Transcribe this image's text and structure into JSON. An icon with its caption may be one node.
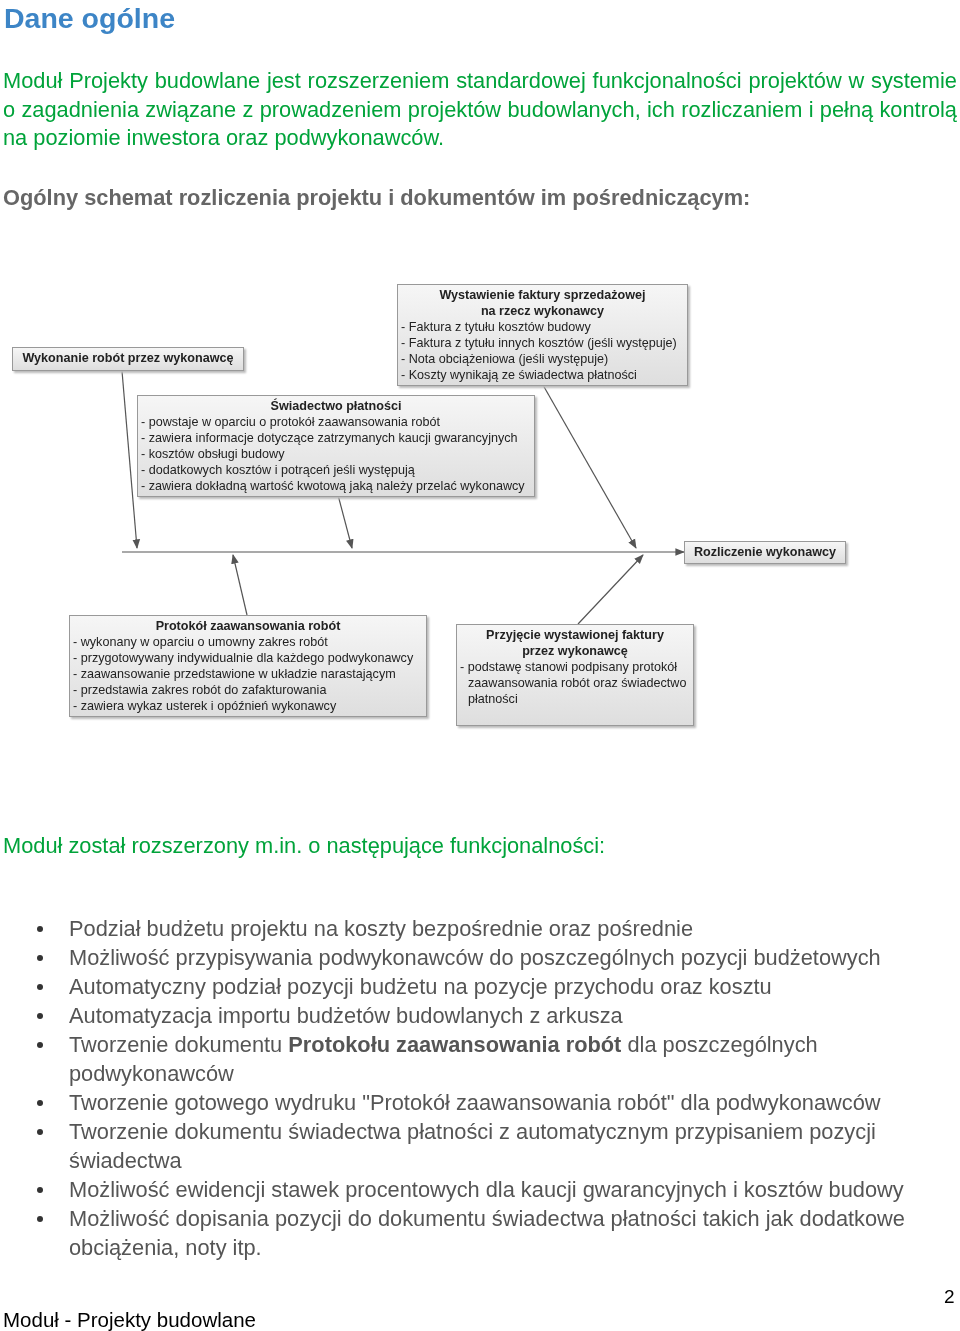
{
  "diagram": {
    "title": "Dane ogólne",
    "nodes": [
      {
        "text": [
          "Wykonanie robót przez wykonawcę"
        ]
      },
      {
        "text": [
          "Wystawienie faktury sprzedażowej na rzecz wykonawcy",
          "- Faktura z tytułu kosztów budowy",
          "- Faktura z tytułu innych kosztów (jeśli występuje)",
          "- Nota obciążeniowa (jeśli występuje)",
          "- Koszty wynikają ze świadectwa płatności"
        ]
      },
      {
        "text": [
          "Świadectwo płatności",
          "- powstaje w oparciu o protokół zaawansowania robót",
          "- zawiera informacje dotyczące zatrzymanych kaucji gwarancyjnych",
          "- kosztów obsługi budowy",
          "- dodatkowych kosztów i potrąceń jeśli występują",
          "- zawiera dokładną wartość kwotową jaką należy przelać wykonawcy"
        ]
      },
      {
        "text": [
          "Rozliczenie wykonawcy"
        ]
      },
      {
        "text": [
          "Protokół zaawansowania robót",
          "- wykonany w oparciu o umowny zakres robót",
          "- przygotowywany indywidualnie dla każdego podwykonawcy",
          "- zaawansowanie przedstawione w układzie narastającym",
          "- przedstawia zakres robót do zafakturowania",
          "- zawiera wykaz usterek i opóźnień wykonawcy"
        ]
      },
      {
        "text": [
          "Przyjęcie wystawionej faktury przez wykonawcę",
          "- podstawę stanowi podpisany protokół zaawansowania robót oraz świadectwo płatności"
        ]
      }
    ],
    "edges": [
      {
        "from": 0,
        "to": null,
        "arrow": "to"
      },
      {
        "from": 1,
        "to": null,
        "arrow": "to"
      },
      {
        "from": 2,
        "to": null,
        "arrow": "to"
      },
      {
        "from": 4,
        "to": null,
        "arrow": "to"
      },
      {
        "from": 5,
        "to": null,
        "arrow": "to"
      },
      {
        "from": null,
        "to": 3,
        "arrow": "to"
      }
    ],
    "labels": [
      "Moduł Projekty budowlane jest rozszerzeniem standardowej funkcjonalności projektów w systemie o zagadnienia związane z prowadzeniem projektów budowlanych, ich rozliczaniem i pełną kontrolą na poziomie inwestora oraz podwykonawców.",
      "Ogólny schemat rozliczenia projektu i dokumentów im pośredniczącym:",
      "Moduł został rozszerzony m.in. o następujące funkcjonalności:",
      "Podział budżetu projektu na koszty bezpośrednie oraz pośrednie",
      "Możliwość przypisywania podwykonawców do poszczególnych pozycji budżetowych",
      "Automatyczny podział pozycji budżetu na pozycje przychodu oraz kosztu",
      "Automatyzacja importu budżetów budowlanych z arkusza",
      "Tworzenie dokumentu **Protokołu zaawansowania robót** dla poszczególnych podwykonawców",
      "Tworzenie gotowego wydruku \"Protokół zaawansowania robót\" dla podwykonawców",
      "Tworzenie dokumentu świadectwa płatności z automatycznym przypisaniem pozycji świadectwa",
      "Możliwość ewidencji stawek procentowych dla kaucji gwarancyjnych i kosztów budowy",
      "Możliwość dopisania pozycji do dokumentu świadectwa płatności takich jak dodatkowe obciążenia, noty itp.",
      "2",
      "Moduł - Projekty budowlane"
    ]
  }
}
